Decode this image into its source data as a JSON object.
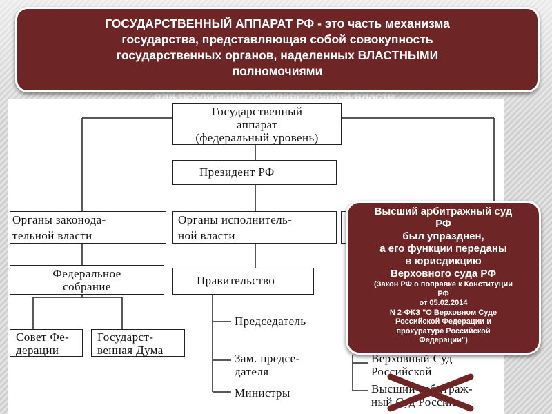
{
  "banner": {
    "line1": "ГОСУДАРСТВЕННЫЙ АППАРАТ РФ - это часть механизма",
    "line2": "государства, представляющая собой совокупность",
    "line3": "государственных органов, наделенных ВЛАСТНЫМИ",
    "line4": "полномочиями",
    "behind": "для реализации государственной власти."
  },
  "diagram": {
    "root": [
      "Государственный",
      "аппарат",
      "(федеральный уровень)"
    ],
    "president": "Президент РФ",
    "legislative": [
      "Органы законода-",
      "тельной власти"
    ],
    "executive": [
      "Органы исполнитель-",
      "ной власти"
    ],
    "federal_assembly": [
      "Федеральное",
      "собрание"
    ],
    "government": "Правительство",
    "federation_council": [
      "Совет Фе-",
      "дерации"
    ],
    "state_duma": [
      "Государст-",
      "венная Дума"
    ],
    "chairman": "Председатель",
    "deputy": [
      "Зам. предсе-",
      "дателя"
    ],
    "ministers": "Министры",
    "court_partial_1": [
      "Верховный Суд",
      "Российской"
    ],
    "court_partial_2": [
      "Высший арбитраж-",
      "ный Суд России"
    ]
  },
  "callout": {
    "l1": "Высший арбитражный суд",
    "l2": "РФ",
    "l3": "был  упразднен,",
    "l4": "а его функции переданы",
    "l5": "в юрисдикцию",
    "l6": "Верховного суда РФ",
    "s1": "(Закон РФ о поправке к Конституции",
    "s2": "РФ",
    "s3": "от 05.02.2014",
    "s4": "N 2-ФКЗ \"О Верховном Суде",
    "s5": "Российской Федерации и",
    "s6": "прокуратуре Российской",
    "s7": "Федерации\")"
  },
  "colors": {
    "burgundy": "#6d2526",
    "cross": "#6d2526"
  }
}
